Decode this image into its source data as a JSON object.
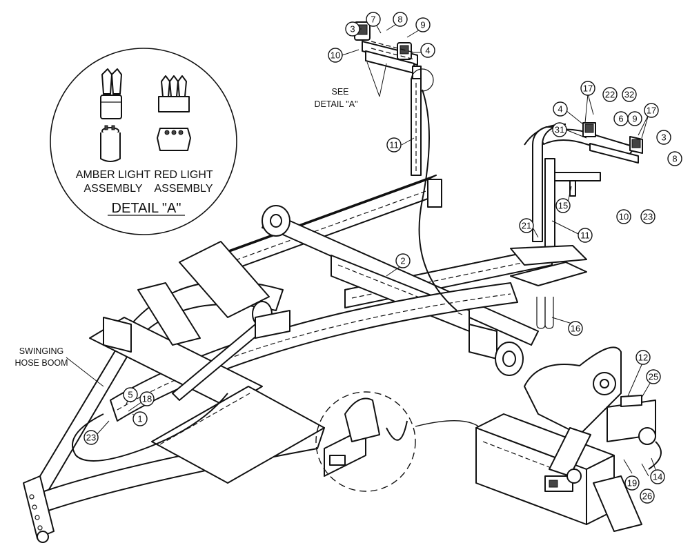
{
  "detail": {
    "amber_label_1": "AMBER LIGHT",
    "amber_label_2": "ASSEMBLY",
    "red_label_1": "RED LIGHT",
    "red_label_2": "ASSEMBLY",
    "title": "DETAIL \"A\""
  },
  "notes": {
    "see_detail_1": "SEE",
    "see_detail_2": "DETAIL \"A\"",
    "swinging_1": "SWINGING",
    "swinging_2": "HOSE BOOM"
  },
  "callouts": [
    "1",
    "2",
    "3",
    "4",
    "5",
    "6",
    "7",
    "8",
    "9",
    "10",
    "11",
    "12",
    "14",
    "15",
    "16",
    "17",
    "18",
    "19",
    "21",
    "22",
    "23",
    "25",
    "26",
    "31",
    "32"
  ]
}
